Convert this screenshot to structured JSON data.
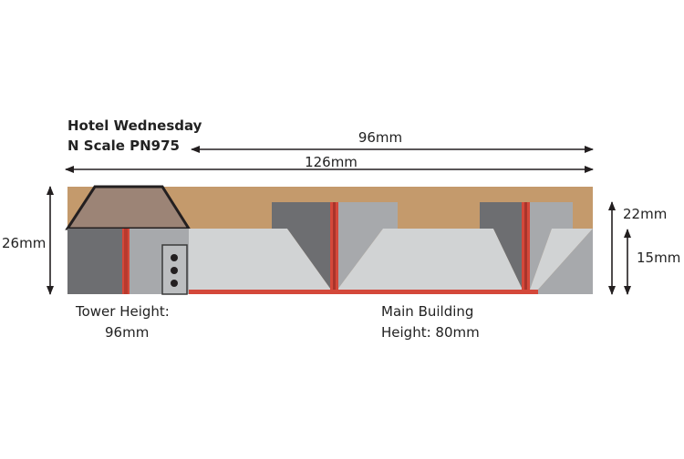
{
  "title": {
    "line1": "Hotel Wednesday",
    "line2": "N Scale PN975"
  },
  "dimensions": {
    "main_length": "96mm",
    "total_length": "126mm",
    "total_depth": "26mm",
    "right_depth_outer": "22mm",
    "right_depth_inner": "15mm"
  },
  "labels": {
    "tower_line1": "Tower Height:",
    "tower_line2": "96mm",
    "main_line1": "Main Building",
    "main_line2": "Height: 80mm"
  },
  "colors": {
    "base_tan": "#c49a6c",
    "roof_brown": "#9c8476",
    "wall_dark": "#6d6e71",
    "wall_mid": "#a7a9ac",
    "wall_light": "#d1d3d4",
    "brick_red": "#d4483a",
    "outline": "#231f20"
  }
}
